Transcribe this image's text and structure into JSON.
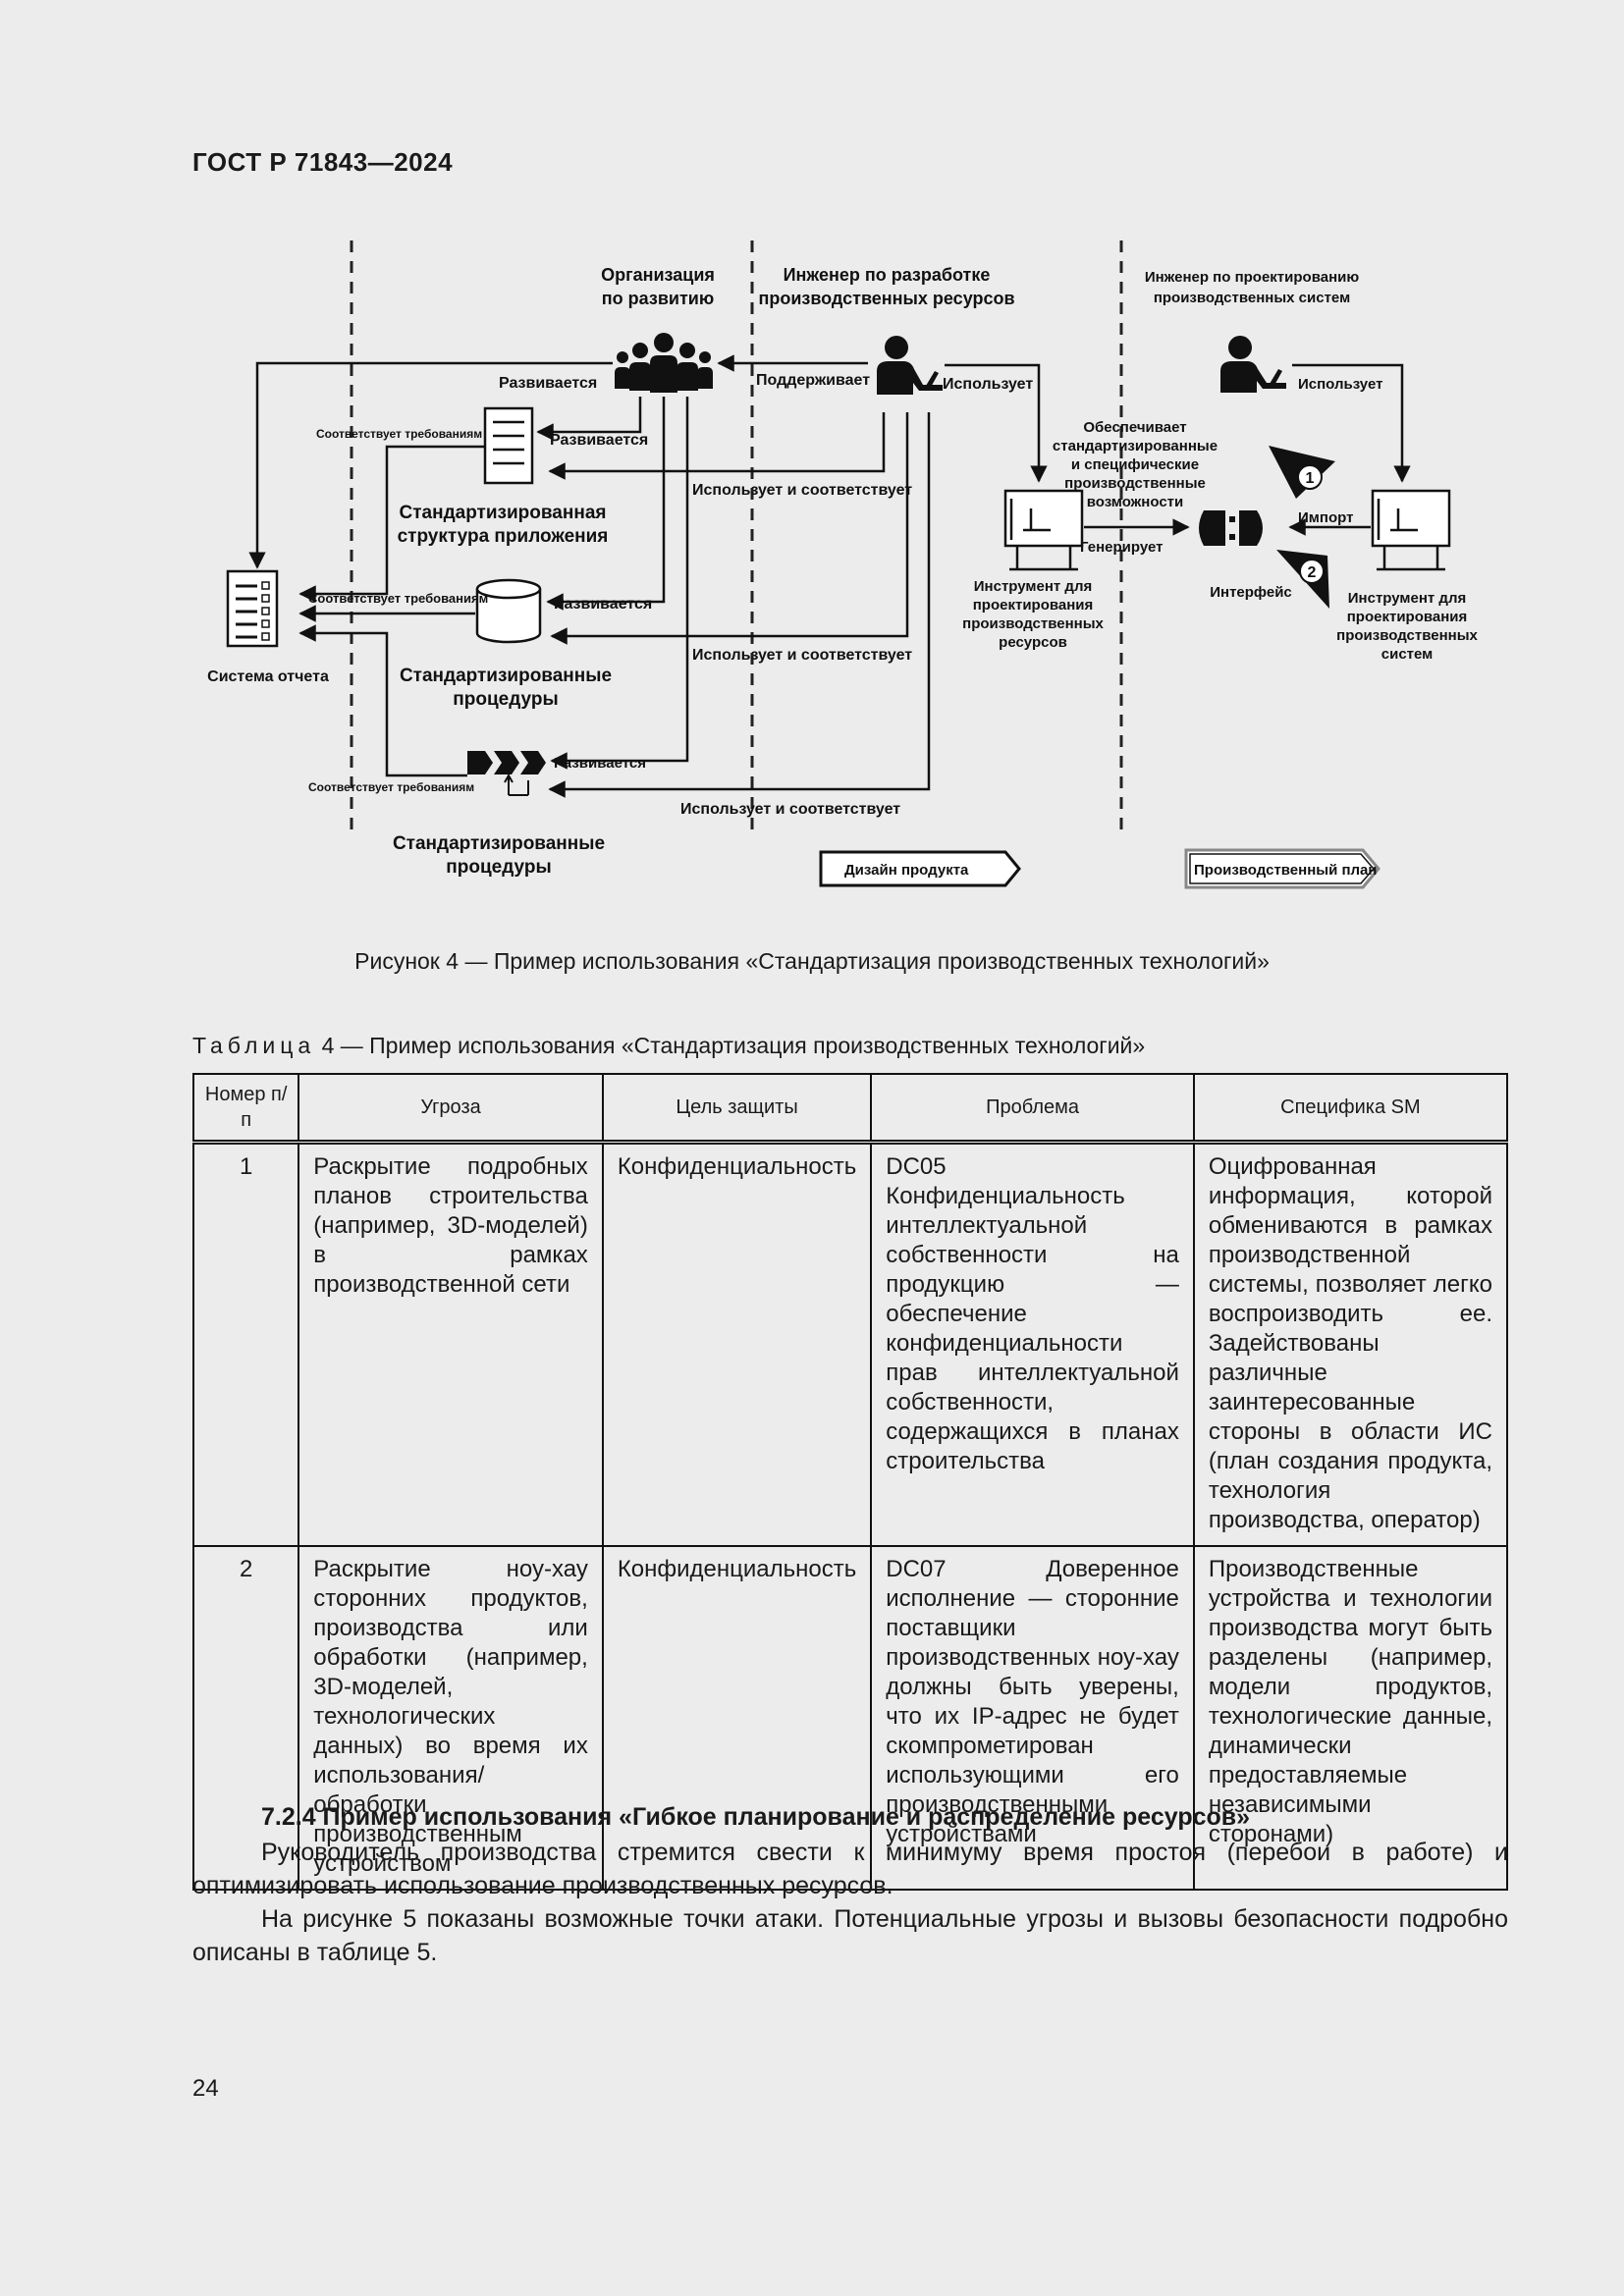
{
  "header": "ГОСТ Р 71843—2024",
  "figure": {
    "lanes": {
      "org": "Организация по развитию",
      "engineer_resources": "Инженер по разработке производственных ресурсов",
      "engineer_systems": "Инженер по проектированию производственных систем"
    },
    "labels": {
      "develops": "Развивается",
      "supports": "Поддерживает",
      "uses": "Использует",
      "complies": "Соответствует требованиям",
      "uses_complies": "Использует и соответствует",
      "std_app_structure": "Стандартизированная структура приложения",
      "std_procedures": "Стандартизированные процедуры",
      "report_system": "Система отчета",
      "provides": "Обеспечивает стандартизированные и специфические производственные возможности",
      "generates": "Генерирует",
      "import": "Импорт",
      "interface": "Интерфейс",
      "tool_resources": "Инструмент для проектирования производственных ресурсов",
      "tool_systems": "Инструмент для проектирования производственных систем",
      "phase_design": "Дизайн продукта",
      "phase_plan": "Производственный план",
      "marker1": "1",
      "marker2": "2"
    },
    "caption": "Рисунок 4 — Пример использования «Стандартизация производственных технологий»"
  },
  "table": {
    "caption_prefix": "Таблица",
    "caption_rest": " 4 — Пример использования «Стандартизация производственных технологий»",
    "headers": [
      "Номер п/п",
      "Угроза",
      "Цель защиты",
      "Проблема",
      "Специфика SM"
    ],
    "rows": [
      [
        "1",
        "Раскрытие подробных планов строительства (например, 3D-моделей) в рамках производственной сети",
        "Конфиденциальность",
        "DC05 Конфиденциальность интеллектуальной собственности на продукцию — обеспечение конфиденциальности прав интеллектуальной собственности, содержащихся в планах строительства",
        "Оцифрованная информация, которой обмениваются в рамках производственной системы, позволяет легко воспроизводить ее. Задействованы различные заинтересованные стороны в области ИС (план создания продукта, технология производства, оператор)"
      ],
      [
        "2",
        "Раскрытие ноу-хау сторонних продуктов, производства или обработки (например, 3D-моделей, технологических данных) во время их использования/обработки производственным устройством",
        "Конфиденциальность",
        "DC07 Доверенное исполнение — сторонние поставщики производственных ноу-хау должны быть уверены, что их IP-адрес не будет скомпрометирован использующими его производственными устройствами",
        "Производственные устройства и технологии производства могут быть разделены (например, модели продуктов, технологические данные, динамически предоставляемые независимыми сторонами)"
      ]
    ]
  },
  "section": {
    "title": "7.2.4 Пример использования «Гибкое планирование и распределение ресурсов»",
    "para1": "Руководитель производства стремится свести к минимуму время простоя (перебои в работе) и оптимизировать использование производственных ресурсов.",
    "para2": "На рисунке 5 показаны возможные точки атаки. Потенциальные угрозы и вызовы безопасности подробно описаны в таблице 5."
  },
  "page_number": "24"
}
